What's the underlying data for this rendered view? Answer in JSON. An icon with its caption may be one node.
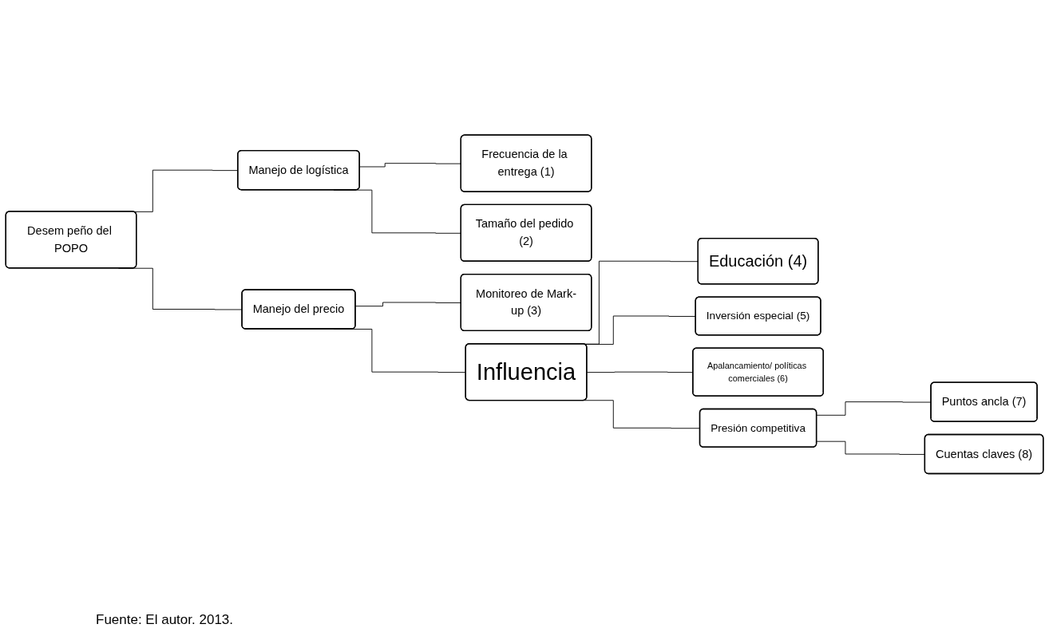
{
  "diagram": {
    "caption": "Fuente: El autor. 2013.",
    "nodes": [
      {
        "text": [
          "Desem peño del POPO"
        ]
      },
      {
        "text": [
          "Manejo de logística"
        ]
      },
      {
        "text": [
          "Frecuencia de la entrega (1)"
        ]
      },
      {
        "text": [
          "Tamaño del pedido (2)"
        ]
      },
      {
        "text": [
          "Manejo del precio"
        ]
      },
      {
        "text": [
          "Monitoreo de Mark-up (3)"
        ]
      },
      {
        "text": [
          "Influencia"
        ]
      },
      {
        "text": [
          "Educación (4)"
        ]
      },
      {
        "text": [
          "Inversión especial (5)"
        ]
      },
      {
        "text": [
          "Apalancamiento/ políticas comerciales (6)"
        ]
      },
      {
        "text": [
          "Presión competitiva"
        ]
      },
      {
        "text": [
          "Puntos ancla (7)"
        ]
      },
      {
        "text": [
          "Cuentas claves (8)"
        ]
      }
    ],
    "edges": [
      {
        "from": 0,
        "to": 1,
        "arrow": "none"
      },
      {
        "from": 0,
        "to": 4,
        "arrow": "none"
      },
      {
        "from": 1,
        "to": 2,
        "arrow": "none"
      },
      {
        "from": 1,
        "to": 3,
        "arrow": "none"
      },
      {
        "from": 4,
        "to": 5,
        "arrow": "none"
      },
      {
        "from": 4,
        "to": 6,
        "arrow": "none"
      },
      {
        "from": 6,
        "to": 7,
        "arrow": "none"
      },
      {
        "from": 6,
        "to": 8,
        "arrow": "none"
      },
      {
        "from": 6,
        "to": 9,
        "arrow": "none"
      },
      {
        "from": 6,
        "to": 10,
        "arrow": "none"
      },
      {
        "from": 10,
        "to": 11,
        "arrow": "none"
      },
      {
        "from": 10,
        "to": 12,
        "arrow": "none"
      }
    ]
  }
}
